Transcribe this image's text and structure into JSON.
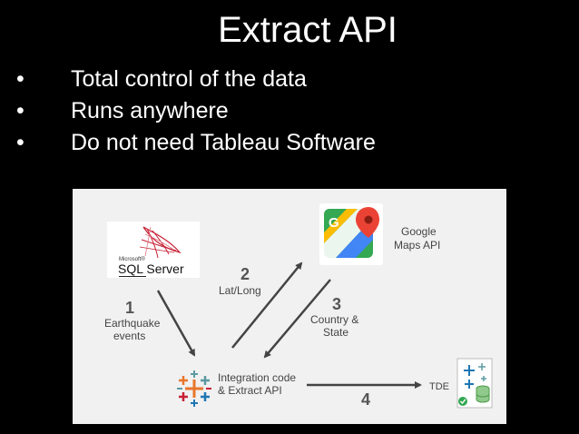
{
  "slide": {
    "title": "Extract API",
    "bullet_char": "•",
    "bullets": [
      "Total control of the data",
      "Runs anywhere",
      "Do not need Tableau Software"
    ]
  },
  "diagram": {
    "sql_logo": {
      "small_text": "Microsoft®",
      "main_text": "SQL Server"
    },
    "google_label_line1": "Google",
    "google_label_line2": "Maps API",
    "step1": {
      "number": "1",
      "line1": "Earthquake",
      "line2": "events"
    },
    "step2": {
      "number": "2",
      "label": "Lat/Long"
    },
    "step3": {
      "number": "3",
      "line1": "Country &",
      "line2": "State"
    },
    "step4": {
      "number": "4"
    },
    "integration_line1": "Integration code",
    "integration_line2": "& Extract API",
    "tde_label": "TDE"
  },
  "colors": {
    "background": "#000000",
    "panel": "#f1f1f1",
    "arrow": "#444444",
    "google_green": "#34a853",
    "google_yellow": "#fbbc04",
    "google_blue": "#4285f4",
    "google_red": "#ea4335",
    "tableau_orange": "#e8762c",
    "tableau_blue": "#1f77b4",
    "tableau_red": "#c72035",
    "tableau_teal": "#5b9aa0"
  }
}
